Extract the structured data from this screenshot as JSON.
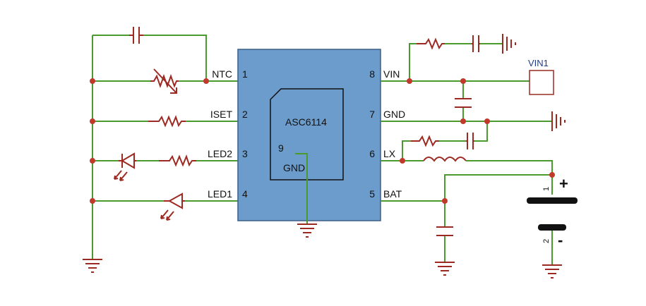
{
  "ic": {
    "name": "ASC6114",
    "pad_number": "9",
    "pad_label": "GND",
    "body_color": "#6b9ccc"
  },
  "pins_left": [
    {
      "label": "NTC",
      "number": "1"
    },
    {
      "label": "ISET",
      "number": "2"
    },
    {
      "label": "LED2",
      "number": "3"
    },
    {
      "label": "LED1",
      "number": "4"
    }
  ],
  "pins_right": [
    {
      "label": "VIN",
      "number": "8"
    },
    {
      "label": "GND",
      "number": "7"
    },
    {
      "label": "LX",
      "number": "6"
    },
    {
      "label": "BAT",
      "number": "5"
    }
  ],
  "port": {
    "label": "VIN1"
  },
  "battery": {
    "pin_top": "1",
    "pin_bottom": "2",
    "plus": "+",
    "minus": "-"
  },
  "colors": {
    "wire": "#4a9a2e",
    "component": "#9c2a22",
    "junction": "#c0392b",
    "port_text": "#1f3c8c"
  }
}
